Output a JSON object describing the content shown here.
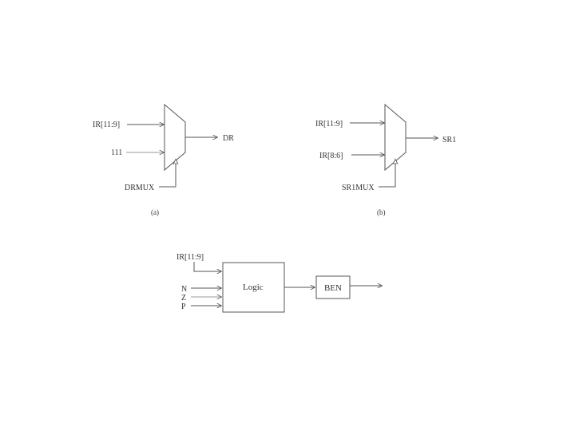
{
  "diagram_a": {
    "input_top": "IR[11:9]",
    "input_bottom": "111",
    "output": "DR",
    "select": "DRMUX",
    "caption": "(a)"
  },
  "diagram_b": {
    "input_top": "IR[11:9]",
    "input_bottom": "IR[8:6]",
    "output": "SR1",
    "select": "SR1MUX",
    "caption": "(b)"
  },
  "diagram_c": {
    "input_ir": "IR[11:9]",
    "input_n": "N",
    "input_z": "Z",
    "input_p": "P",
    "logic_label": "Logic",
    "reg_label": "BEN"
  }
}
